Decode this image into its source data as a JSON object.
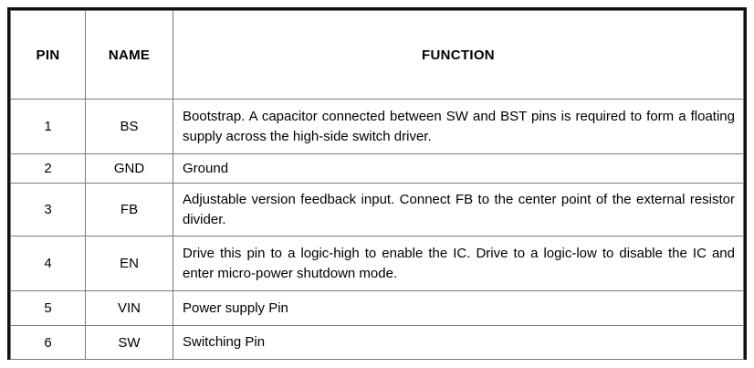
{
  "table": {
    "columns": [
      {
        "key": "pin",
        "label": "PIN"
      },
      {
        "key": "name",
        "label": "NAME"
      },
      {
        "key": "func",
        "label": "FUNCTION"
      }
    ],
    "rows": [
      {
        "pin": "1",
        "name": "BS",
        "func": "Bootstrap. A capacitor connected between SW and BST pins is required to form a floating supply across the high-side switch driver."
      },
      {
        "pin": "2",
        "name": "GND",
        "func": "Ground"
      },
      {
        "pin": "3",
        "name": "FB",
        "func": "Adjustable version feedback input. Connect FB to the center point of the external resistor divider."
      },
      {
        "pin": "4",
        "name": "EN",
        "func": "Drive this pin to a logic-high to enable the IC. Drive to a logic-low to disable the IC and enter micro-power shutdown mode."
      },
      {
        "pin": "5",
        "name": "VIN",
        "func": "Power supply Pin"
      },
      {
        "pin": "6",
        "name": "SW",
        "func": "Switching Pin"
      }
    ]
  },
  "colors": {
    "page_background": "#ffffff",
    "outer_border": "#111111",
    "grid_line": "#7a7a7a",
    "text": "#000000"
  }
}
